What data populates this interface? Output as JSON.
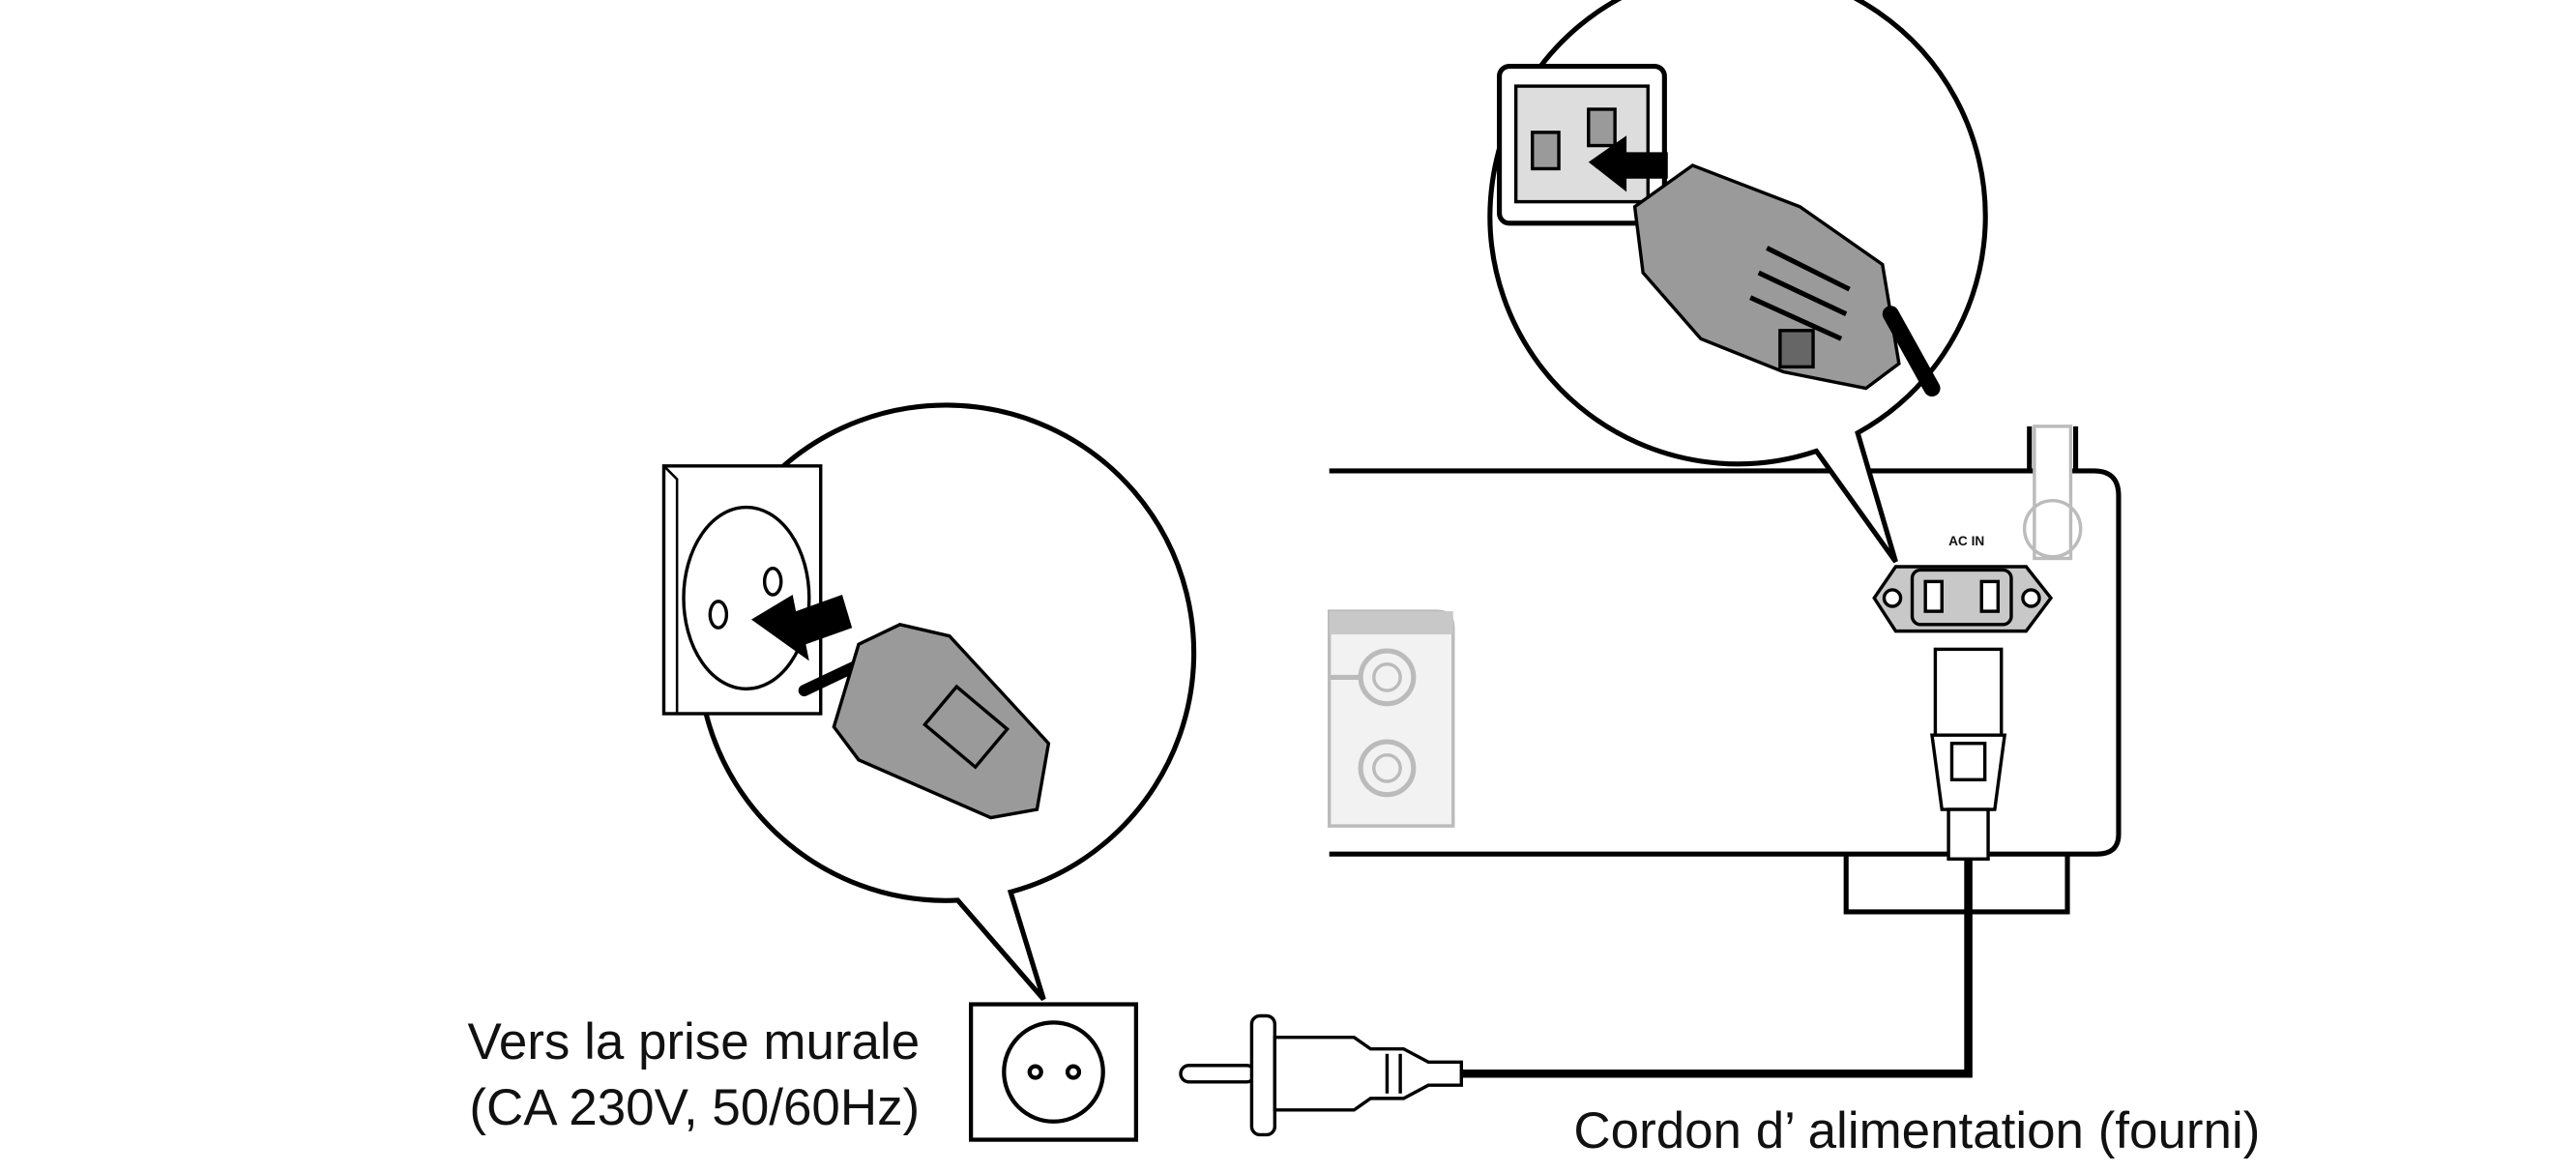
{
  "labels": {
    "wall_outlet_line1": "Vers la prise murale",
    "wall_outlet_line2": "(CA 230V, 50/60Hz)",
    "power_cord": "Cordon d’ alimentation (fourni)",
    "ac_in": "AC IN"
  },
  "colors": {
    "line": "#000000",
    "plug_fill": "#9a9a9a",
    "panel_gray": "#c8c8c8",
    "background": "#ffffff"
  }
}
